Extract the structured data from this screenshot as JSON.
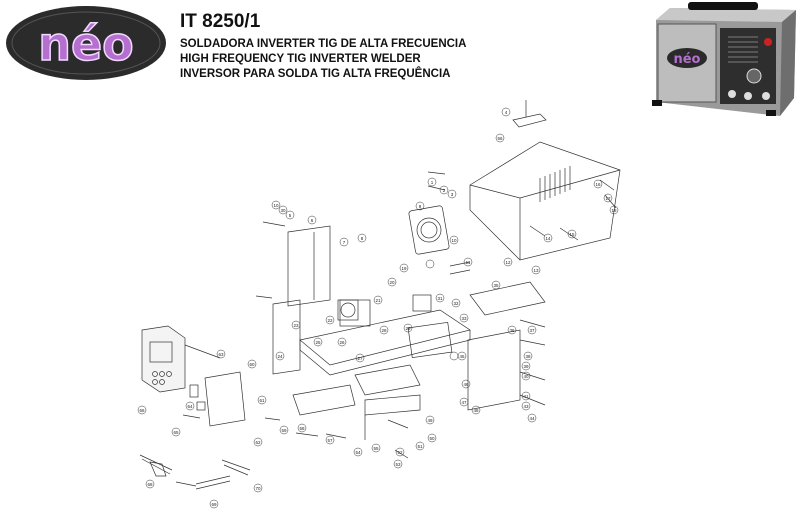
{
  "brand": {
    "logo_text": "néo"
  },
  "header": {
    "model": "IT 8250/1",
    "line_es": "SOLDADORA INVERTER TIG DE ALTA FRECUENCIA",
    "line_en": "HIGH FREQUENCY TIG INVERTER WELDER",
    "line_pt": "INVERSOR PARA SOLDA TIG ALTA FREQUÊNCIA"
  },
  "product_photo": {
    "badge_text": "néo"
  },
  "diagram": {
    "part_labels": [
      "4",
      "56",
      "1",
      "2",
      "3",
      "10",
      "30",
      "5",
      "6",
      "7",
      "8",
      "9",
      "10",
      "11",
      "12",
      "13",
      "14",
      "15",
      "16",
      "17",
      "18",
      "19",
      "20",
      "21",
      "22",
      "23",
      "24",
      "25",
      "26",
      "27",
      "28",
      "29",
      "31",
      "32",
      "33",
      "35",
      "36",
      "37",
      "38",
      "39",
      "40",
      "41",
      "43",
      "44",
      "45",
      "46",
      "47",
      "48",
      "49",
      "50",
      "51",
      "52",
      "53",
      "54",
      "55",
      "57",
      "58",
      "59",
      "60",
      "61",
      "62",
      "63",
      "64",
      "65",
      "66",
      "68",
      "69",
      "70"
    ],
    "colors": {
      "line": "#333333",
      "logo_bg": "#2a2a2a",
      "logo_text": "#b070c8"
    }
  }
}
